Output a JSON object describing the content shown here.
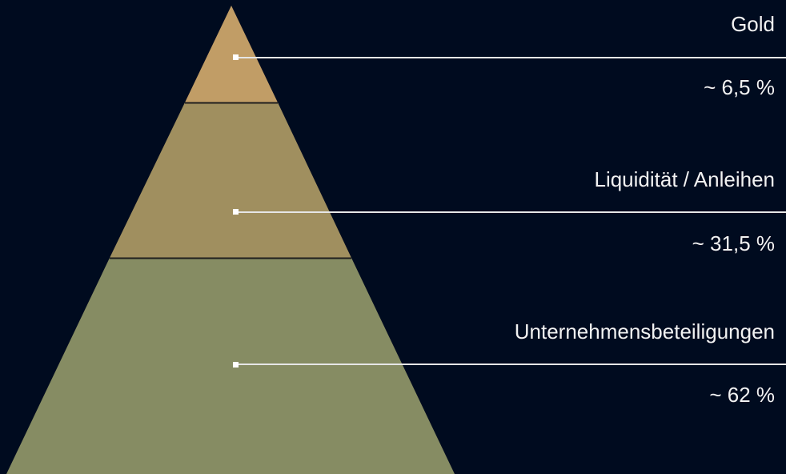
{
  "tiers": [
    {
      "label": "Gold",
      "value": "~ 6,5 %",
      "color": "#c19d66"
    },
    {
      "label": "Liquidität / Anleihen",
      "value": "~ 31,5 %",
      "color": "#a08f5f"
    },
    {
      "label": "Unternehmensbeteiligungen",
      "value": "~ 62 %",
      "color": "#868c63"
    }
  ],
  "colors": {
    "background": "#000b1f",
    "leader_line": "#e6e6e6",
    "divider": "#1a1a1a",
    "text": "#f2f2f2"
  }
}
